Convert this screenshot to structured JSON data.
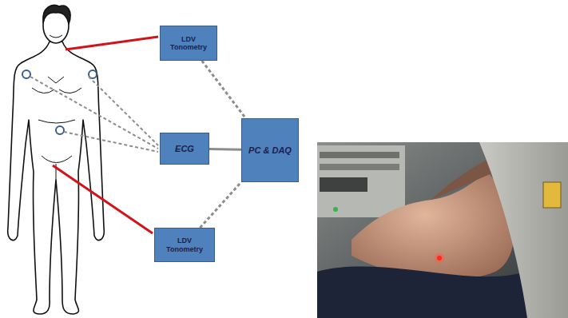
{
  "diagram": {
    "nodes": [
      {
        "text": [
          "LDV Tonometry"
        ]
      },
      {
        "text": [
          "ECG"
        ]
      },
      {
        "text": [
          "PC & DAQ"
        ]
      },
      {
        "text": [
          "LDV Tonometry"
        ]
      }
    ],
    "edges": [
      {
        "from": 0,
        "to": 2,
        "arrow": "none"
      },
      {
        "from": 1,
        "to": 2,
        "arrow": "none"
      },
      {
        "from": 3,
        "to": 2,
        "arrow": "none"
      }
    ]
  }
}
